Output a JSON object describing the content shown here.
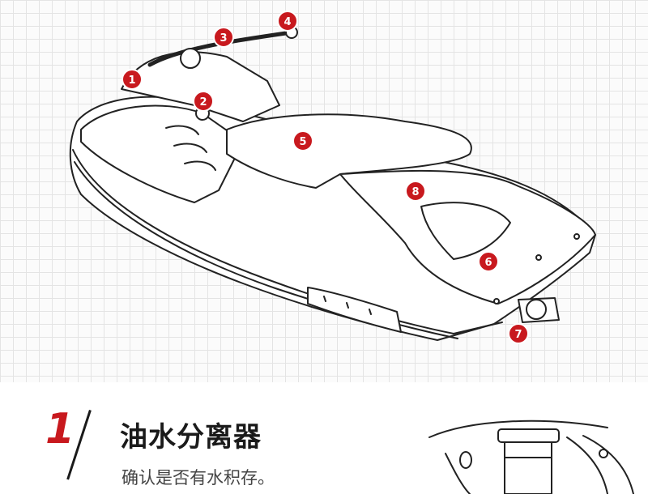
{
  "markers": [
    "1",
    "2",
    "3",
    "4",
    "5",
    "6",
    "7",
    "8"
  ],
  "section": {
    "number": "1",
    "title": "油水分离器",
    "description": "确认是否有水积存。"
  }
}
